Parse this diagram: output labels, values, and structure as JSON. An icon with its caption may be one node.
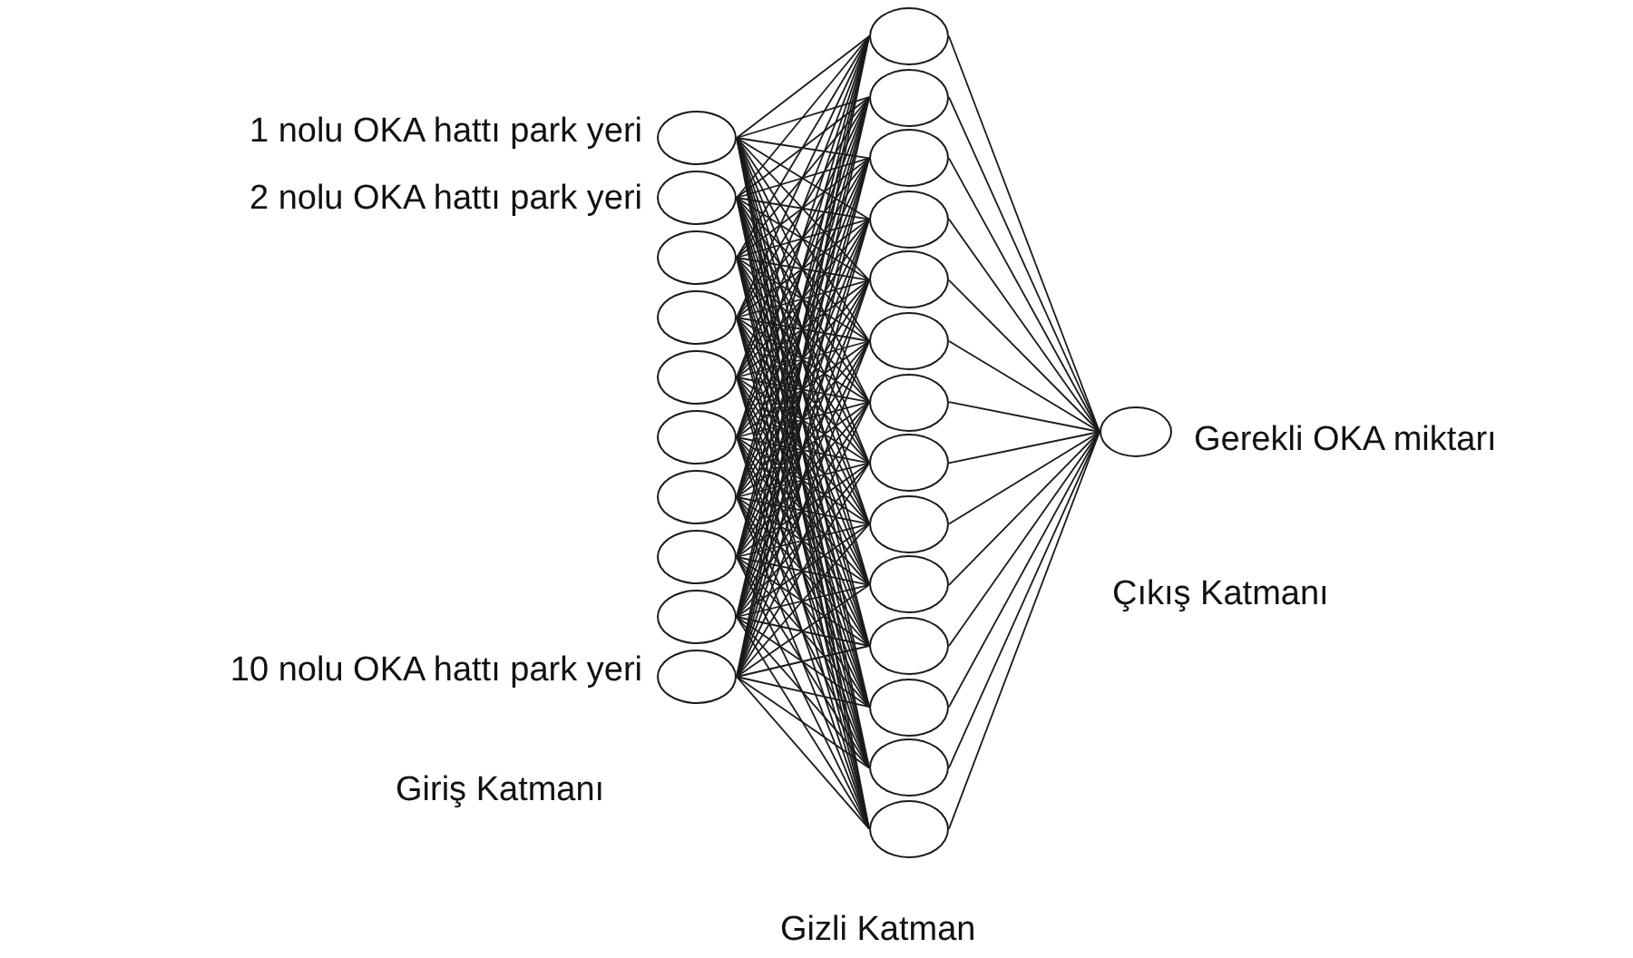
{
  "diagram": {
    "nodes": [
      {
        "text": [],
        "shape": "circle",
        "beside": [
          "1 nolu OKA hattı park yeri"
        ]
      },
      {
        "text": [],
        "shape": "circle",
        "beside": [
          "2 nolu OKA hattı park yeri"
        ]
      },
      {
        "text": [],
        "shape": "circle"
      },
      {
        "text": [],
        "shape": "circle"
      },
      {
        "text": [],
        "shape": "circle"
      },
      {
        "text": [],
        "shape": "circle"
      },
      {
        "text": [],
        "shape": "circle"
      },
      {
        "text": [],
        "shape": "circle"
      },
      {
        "text": [],
        "shape": "circle"
      },
      {
        "text": [],
        "shape": "circle",
        "beside": [
          "10 nolu OKA hattı park yeri"
        ]
      },
      {
        "text": [],
        "shape": "circle"
      },
      {
        "text": [],
        "shape": "circle"
      },
      {
        "text": [],
        "shape": "circle"
      },
      {
        "text": [],
        "shape": "circle"
      },
      {
        "text": [],
        "shape": "circle"
      },
      {
        "text": [],
        "shape": "circle"
      },
      {
        "text": [],
        "shape": "circle"
      },
      {
        "text": [],
        "shape": "circle"
      },
      {
        "text": [],
        "shape": "circle"
      },
      {
        "text": [],
        "shape": "circle"
      },
      {
        "text": [],
        "shape": "circle"
      },
      {
        "text": [],
        "shape": "circle"
      },
      {
        "text": [],
        "shape": "circle"
      },
      {
        "text": [],
        "shape": "circle"
      },
      {
        "text": [],
        "shape": "circle",
        "beside": [
          "Gerekli OKA miktarı"
        ]
      }
    ],
    "edges": [
      {
        "from": 0,
        "to": 10,
        "arrow": "none"
      },
      {
        "from": 0,
        "to": 11,
        "arrow": "none"
      },
      {
        "from": 0,
        "to": 12,
        "arrow": "none"
      },
      {
        "from": 0,
        "to": 13,
        "arrow": "none"
      },
      {
        "from": 0,
        "to": 14,
        "arrow": "none"
      },
      {
        "from": 0,
        "to": 15,
        "arrow": "none"
      },
      {
        "from": 0,
        "to": 16,
        "arrow": "none"
      },
      {
        "from": 0,
        "to": 17,
        "arrow": "none"
      },
      {
        "from": 0,
        "to": 18,
        "arrow": "none"
      },
      {
        "from": 0,
        "to": 19,
        "arrow": "none"
      },
      {
        "from": 0,
        "to": 20,
        "arrow": "none"
      },
      {
        "from": 0,
        "to": 21,
        "arrow": "none"
      },
      {
        "from": 0,
        "to": 22,
        "arrow": "none"
      },
      {
        "from": 0,
        "to": 23,
        "arrow": "none"
      },
      {
        "from": 1,
        "to": 10,
        "arrow": "none"
      },
      {
        "from": 1,
        "to": 11,
        "arrow": "none"
      },
      {
        "from": 1,
        "to": 12,
        "arrow": "none"
      },
      {
        "from": 1,
        "to": 13,
        "arrow": "none"
      },
      {
        "from": 1,
        "to": 14,
        "arrow": "none"
      },
      {
        "from": 1,
        "to": 15,
        "arrow": "none"
      },
      {
        "from": 1,
        "to": 16,
        "arrow": "none"
      },
      {
        "from": 1,
        "to": 17,
        "arrow": "none"
      },
      {
        "from": 1,
        "to": 18,
        "arrow": "none"
      },
      {
        "from": 1,
        "to": 19,
        "arrow": "none"
      },
      {
        "from": 1,
        "to": 20,
        "arrow": "none"
      },
      {
        "from": 1,
        "to": 21,
        "arrow": "none"
      },
      {
        "from": 1,
        "to": 22,
        "arrow": "none"
      },
      {
        "from": 1,
        "to": 23,
        "arrow": "none"
      },
      {
        "from": 2,
        "to": 10,
        "arrow": "none"
      },
      {
        "from": 2,
        "to": 11,
        "arrow": "none"
      },
      {
        "from": 2,
        "to": 12,
        "arrow": "none"
      },
      {
        "from": 2,
        "to": 13,
        "arrow": "none"
      },
      {
        "from": 2,
        "to": 14,
        "arrow": "none"
      },
      {
        "from": 2,
        "to": 15,
        "arrow": "none"
      },
      {
        "from": 2,
        "to": 16,
        "arrow": "none"
      },
      {
        "from": 2,
        "to": 17,
        "arrow": "none"
      },
      {
        "from": 2,
        "to": 18,
        "arrow": "none"
      },
      {
        "from": 2,
        "to": 19,
        "arrow": "none"
      },
      {
        "from": 2,
        "to": 20,
        "arrow": "none"
      },
      {
        "from": 2,
        "to": 21,
        "arrow": "none"
      },
      {
        "from": 2,
        "to": 22,
        "arrow": "none"
      },
      {
        "from": 2,
        "to": 23,
        "arrow": "none"
      },
      {
        "from": 3,
        "to": 10,
        "arrow": "none"
      },
      {
        "from": 3,
        "to": 11,
        "arrow": "none"
      },
      {
        "from": 3,
        "to": 12,
        "arrow": "none"
      },
      {
        "from": 3,
        "to": 13,
        "arrow": "none"
      },
      {
        "from": 3,
        "to": 14,
        "arrow": "none"
      },
      {
        "from": 3,
        "to": 15,
        "arrow": "none"
      },
      {
        "from": 3,
        "to": 16,
        "arrow": "none"
      },
      {
        "from": 3,
        "to": 17,
        "arrow": "none"
      },
      {
        "from": 3,
        "to": 18,
        "arrow": "none"
      },
      {
        "from": 3,
        "to": 19,
        "arrow": "none"
      },
      {
        "from": 3,
        "to": 20,
        "arrow": "none"
      },
      {
        "from": 3,
        "to": 21,
        "arrow": "none"
      },
      {
        "from": 3,
        "to": 22,
        "arrow": "none"
      },
      {
        "from": 3,
        "to": 23,
        "arrow": "none"
      },
      {
        "from": 4,
        "to": 10,
        "arrow": "none"
      },
      {
        "from": 4,
        "to": 11,
        "arrow": "none"
      },
      {
        "from": 4,
        "to": 12,
        "arrow": "none"
      },
      {
        "from": 4,
        "to": 13,
        "arrow": "none"
      },
      {
        "from": 4,
        "to": 14,
        "arrow": "none"
      },
      {
        "from": 4,
        "to": 15,
        "arrow": "none"
      },
      {
        "from": 4,
        "to": 16,
        "arrow": "none"
      },
      {
        "from": 4,
        "to": 17,
        "arrow": "none"
      },
      {
        "from": 4,
        "to": 18,
        "arrow": "none"
      },
      {
        "from": 4,
        "to": 19,
        "arrow": "none"
      },
      {
        "from": 4,
        "to": 20,
        "arrow": "none"
      },
      {
        "from": 4,
        "to": 21,
        "arrow": "none"
      },
      {
        "from": 4,
        "to": 22,
        "arrow": "none"
      },
      {
        "from": 4,
        "to": 23,
        "arrow": "none"
      },
      {
        "from": 5,
        "to": 10,
        "arrow": "none"
      },
      {
        "from": 5,
        "to": 11,
        "arrow": "none"
      },
      {
        "from": 5,
        "to": 12,
        "arrow": "none"
      },
      {
        "from": 5,
        "to": 13,
        "arrow": "none"
      },
      {
        "from": 5,
        "to": 14,
        "arrow": "none"
      },
      {
        "from": 5,
        "to": 15,
        "arrow": "none"
      },
      {
        "from": 5,
        "to": 16,
        "arrow": "none"
      },
      {
        "from": 5,
        "to": 17,
        "arrow": "none"
      },
      {
        "from": 5,
        "to": 18,
        "arrow": "none"
      },
      {
        "from": 5,
        "to": 19,
        "arrow": "none"
      },
      {
        "from": 5,
        "to": 20,
        "arrow": "none"
      },
      {
        "from": 5,
        "to": 21,
        "arrow": "none"
      },
      {
        "from": 5,
        "to": 22,
        "arrow": "none"
      },
      {
        "from": 5,
        "to": 23,
        "arrow": "none"
      },
      {
        "from": 6,
        "to": 10,
        "arrow": "none"
      },
      {
        "from": 6,
        "to": 11,
        "arrow": "none"
      },
      {
        "from": 6,
        "to": 12,
        "arrow": "none"
      },
      {
        "from": 6,
        "to": 13,
        "arrow": "none"
      },
      {
        "from": 6,
        "to": 14,
        "arrow": "none"
      },
      {
        "from": 6,
        "to": 15,
        "arrow": "none"
      },
      {
        "from": 6,
        "to": 16,
        "arrow": "none"
      },
      {
        "from": 6,
        "to": 17,
        "arrow": "none"
      },
      {
        "from": 6,
        "to": 18,
        "arrow": "none"
      },
      {
        "from": 6,
        "to": 19,
        "arrow": "none"
      },
      {
        "from": 6,
        "to": 20,
        "arrow": "none"
      },
      {
        "from": 6,
        "to": 21,
        "arrow": "none"
      },
      {
        "from": 6,
        "to": 22,
        "arrow": "none"
      },
      {
        "from": 6,
        "to": 23,
        "arrow": "none"
      },
      {
        "from": 7,
        "to": 10,
        "arrow": "none"
      },
      {
        "from": 7,
        "to": 11,
        "arrow": "none"
      },
      {
        "from": 7,
        "to": 12,
        "arrow": "none"
      },
      {
        "from": 7,
        "to": 13,
        "arrow": "none"
      },
      {
        "from": 7,
        "to": 14,
        "arrow": "none"
      },
      {
        "from": 7,
        "to": 15,
        "arrow": "none"
      },
      {
        "from": 7,
        "to": 16,
        "arrow": "none"
      },
      {
        "from": 7,
        "to": 17,
        "arrow": "none"
      },
      {
        "from": 7,
        "to": 18,
        "arrow": "none"
      },
      {
        "from": 7,
        "to": 19,
        "arrow": "none"
      },
      {
        "from": 7,
        "to": 20,
        "arrow": "none"
      },
      {
        "from": 7,
        "to": 21,
        "arrow": "none"
      },
      {
        "from": 7,
        "to": 22,
        "arrow": "none"
      },
      {
        "from": 7,
        "to": 23,
        "arrow": "none"
      },
      {
        "from": 8,
        "to": 10,
        "arrow": "none"
      },
      {
        "from": 8,
        "to": 11,
        "arrow": "none"
      },
      {
        "from": 8,
        "to": 12,
        "arrow": "none"
      },
      {
        "from": 8,
        "to": 13,
        "arrow": "none"
      },
      {
        "from": 8,
        "to": 14,
        "arrow": "none"
      },
      {
        "from": 8,
        "to": 15,
        "arrow": "none"
      },
      {
        "from": 8,
        "to": 16,
        "arrow": "none"
      },
      {
        "from": 8,
        "to": 17,
        "arrow": "none"
      },
      {
        "from": 8,
        "to": 18,
        "arrow": "none"
      },
      {
        "from": 8,
        "to": 19,
        "arrow": "none"
      },
      {
        "from": 8,
        "to": 20,
        "arrow": "none"
      },
      {
        "from": 8,
        "to": 21,
        "arrow": "none"
      },
      {
        "from": 8,
        "to": 22,
        "arrow": "none"
      },
      {
        "from": 8,
        "to": 23,
        "arrow": "none"
      },
      {
        "from": 9,
        "to": 10,
        "arrow": "none"
      },
      {
        "from": 9,
        "to": 11,
        "arrow": "none"
      },
      {
        "from": 9,
        "to": 12,
        "arrow": "none"
      },
      {
        "from": 9,
        "to": 13,
        "arrow": "none"
      },
      {
        "from": 9,
        "to": 14,
        "arrow": "none"
      },
      {
        "from": 9,
        "to": 15,
        "arrow": "none"
      },
      {
        "from": 9,
        "to": 16,
        "arrow": "none"
      },
      {
        "from": 9,
        "to": 17,
        "arrow": "none"
      },
      {
        "from": 9,
        "to": 18,
        "arrow": "none"
      },
      {
        "from": 9,
        "to": 19,
        "arrow": "none"
      },
      {
        "from": 9,
        "to": 20,
        "arrow": "none"
      },
      {
        "from": 9,
        "to": 21,
        "arrow": "none"
      },
      {
        "from": 9,
        "to": 22,
        "arrow": "none"
      },
      {
        "from": 9,
        "to": 23,
        "arrow": "none"
      },
      {
        "from": 10,
        "to": 24,
        "arrow": "none"
      },
      {
        "from": 11,
        "to": 24,
        "arrow": "none"
      },
      {
        "from": 12,
        "to": 24,
        "arrow": "none"
      },
      {
        "from": 13,
        "to": 24,
        "arrow": "none"
      },
      {
        "from": 14,
        "to": 24,
        "arrow": "none"
      },
      {
        "from": 15,
        "to": 24,
        "arrow": "none"
      },
      {
        "from": 16,
        "to": 24,
        "arrow": "none"
      },
      {
        "from": 17,
        "to": 24,
        "arrow": "none"
      },
      {
        "from": 18,
        "to": 24,
        "arrow": "none"
      },
      {
        "from": 19,
        "to": 24,
        "arrow": "none"
      },
      {
        "from": 20,
        "to": 24,
        "arrow": "none"
      },
      {
        "from": 21,
        "to": 24,
        "arrow": "none"
      },
      {
        "from": 22,
        "to": 24,
        "arrow": "none"
      },
      {
        "from": 23,
        "to": 24,
        "arrow": "none"
      }
    ],
    "labels": [
      "Çıkış Katmanı",
      "Giriş Katmanı",
      "Gizli Katman"
    ]
  }
}
